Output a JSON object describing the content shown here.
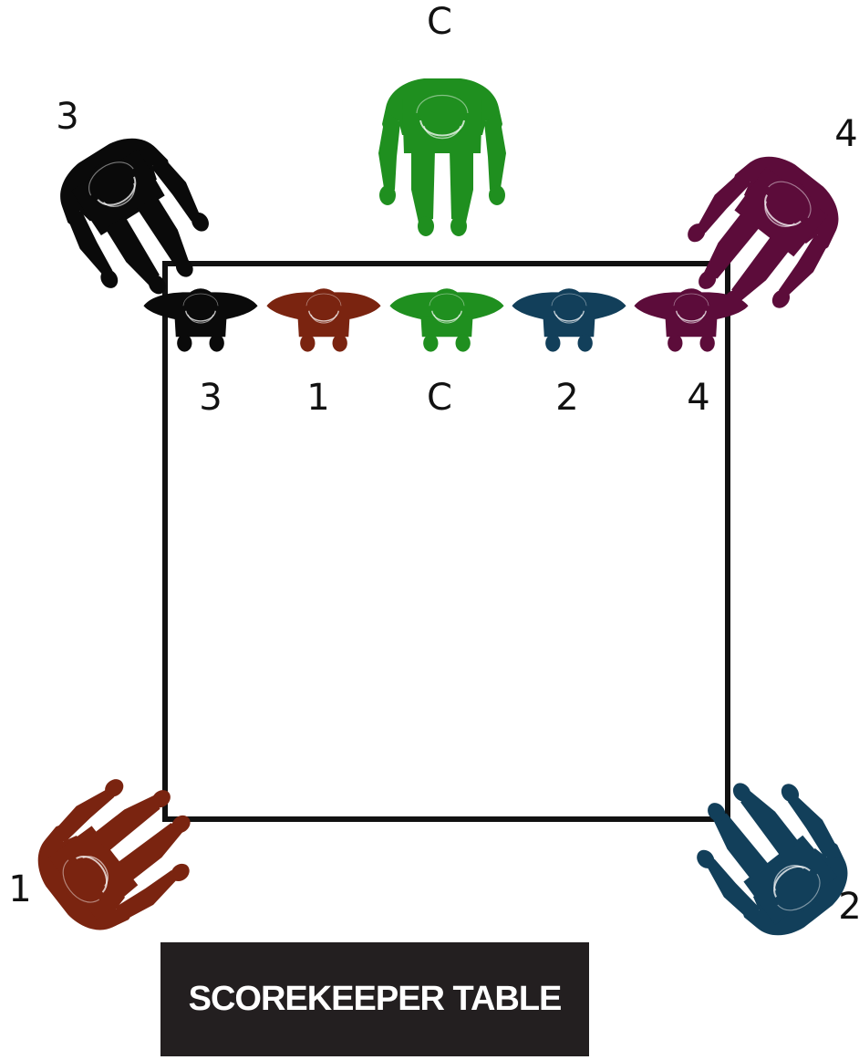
{
  "caption": "SCOREKEEPER TABLE",
  "colors": {
    "official_c": "#1f8f1f",
    "official_1": "#7a2410",
    "official_2": "#123f5a",
    "official_3": "#0a0a0a",
    "official_4": "#5c0c3a",
    "court_line": "#111111",
    "caption_bg": "#231f20",
    "caption_text": "#ffffff"
  },
  "line_up": {
    "labels": [
      "3",
      "1",
      "C",
      "2",
      "4"
    ]
  },
  "positions": {
    "top_center_label": "C",
    "top_left_label": "3",
    "top_right_label": "4",
    "bottom_left_label": "1",
    "bottom_right_label": "2"
  },
  "icon": "person-top-view-icon"
}
